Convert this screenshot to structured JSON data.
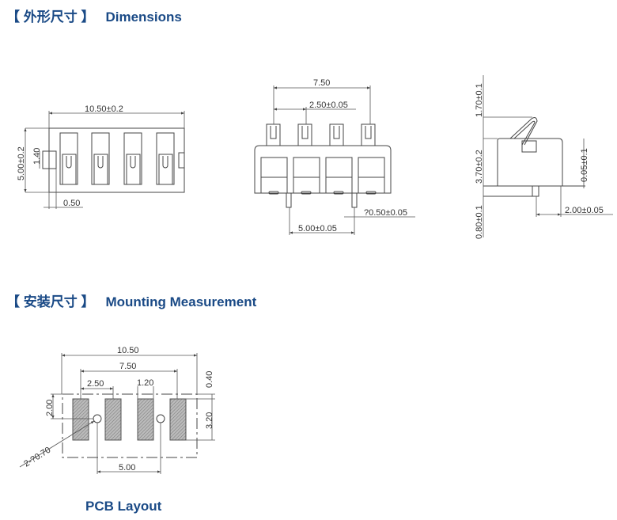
{
  "sections": {
    "dimensions": {
      "cn": "【 外形尺寸 】",
      "en": "Dimensions"
    },
    "mounting": {
      "cn": "【 安装尺寸 】",
      "en": "Mounting Measurement"
    }
  },
  "front_view": {
    "width": "10.50±0.2",
    "height": "5.00±0.2",
    "tab_height": "1.40",
    "tab_depth": "0.50"
  },
  "side_view": {
    "pin_span": "7.50",
    "pin_pitch": "2.50±0.05",
    "leg_diameter": "?0.50±0.05",
    "leg_spacing": "5.00±0.05"
  },
  "profile_view": {
    "spring_height": "1.70±0.1",
    "body_height": "3.70±0.2",
    "base_height": "0.80±0.1",
    "offset": "0.05±0.1",
    "peg_offset": "2.00±0.05"
  },
  "pcb_layout": {
    "caption": "PCB Layout",
    "overall_width": "10.50",
    "pad_span": "7.50",
    "pad_pitch": "2.50",
    "pad_width": "1.20",
    "top_margin": "0.40",
    "pad_length": "3.20",
    "hole_offset": "2.00",
    "holes": "2-?0.70",
    "hole_spacing": "5.00"
  },
  "colors": {
    "heading": "#1a4a86"
  }
}
